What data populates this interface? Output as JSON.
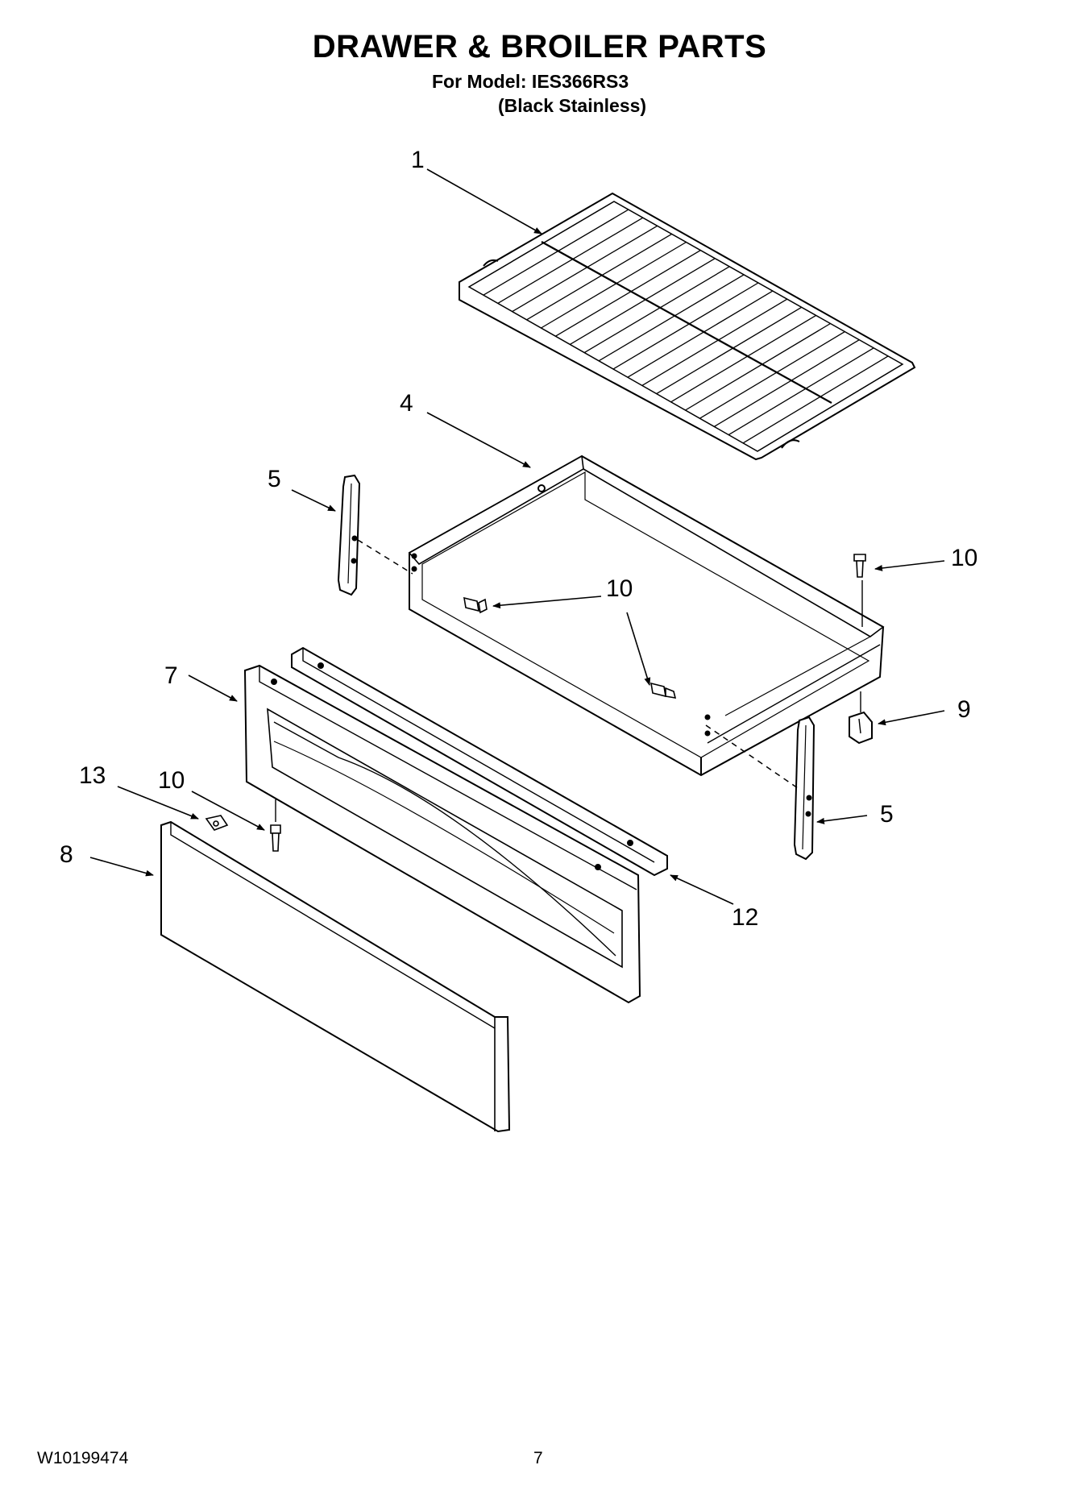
{
  "header": {
    "title": "DRAWER & BROILER PARTS",
    "model_line": "For Model: IES366RS3",
    "finish_line": "(Black Stainless)"
  },
  "callouts": [
    "1",
    "4",
    "5",
    "10",
    "10",
    "7",
    "9",
    "13",
    "10",
    "5",
    "8",
    "12"
  ],
  "footer": {
    "doc_number": "W10199474",
    "page_number": "7"
  }
}
